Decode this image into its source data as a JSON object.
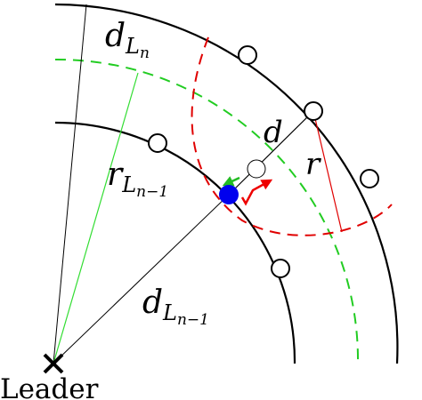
{
  "labels": {
    "d_ln_main": "d",
    "d_ln_sub": "L",
    "d_ln_subsub": "n",
    "r_ln1_main": "r",
    "r_ln1_sub": "L",
    "r_ln1_subsub": "n−1",
    "d_ln1_main": "d",
    "d_ln1_sub": "L",
    "d_ln1_subsub": "n−1",
    "d": "d",
    "r": "r",
    "leader": "Leader"
  },
  "colors": {
    "stroke": "#000000",
    "dashed_red": "#e00000",
    "dashed_green": "#22cc22",
    "line_green": "#33dd33",
    "line_red": "#e00000",
    "agent": "#0000ee",
    "arrow_red": "#ee0000",
    "arrow_green": "#22bb22"
  }
}
